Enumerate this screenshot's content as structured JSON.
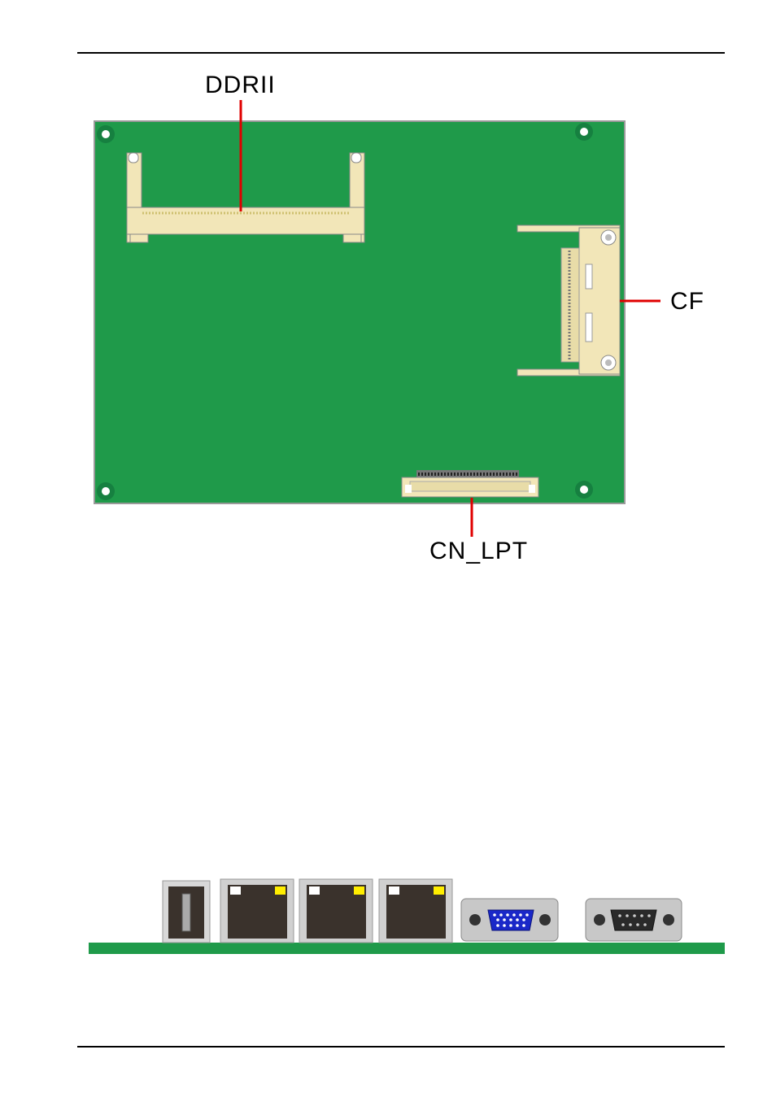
{
  "labels": {
    "ddr": "DDRII",
    "cf": "CF",
    "lpt": "CN_LPT"
  },
  "colors": {
    "pcb": "#1f9a4a",
    "pcb_dark": "#168040",
    "connector": "#f2e6b8",
    "callout": "#e00000",
    "port_body": "#3a322c",
    "led_yellow": "#ffee00",
    "vga_blue": "#1a28c8"
  },
  "icons": [
    "mounting-hole-icon",
    "usb-port-icon",
    "rj45-port-icon",
    "vga-port-icon",
    "com-port-icon"
  ]
}
